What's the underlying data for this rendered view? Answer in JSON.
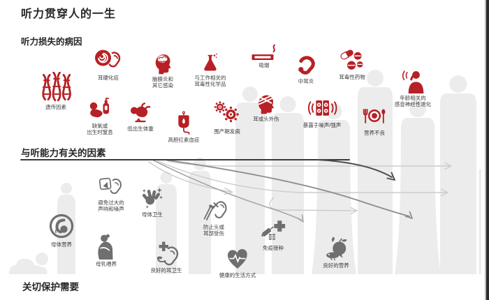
{
  "window": {
    "title": "听力贯穿人的一生"
  },
  "colors": {
    "cause_icon": "#b72025",
    "factor_icon": "#6f6f6f",
    "silhouette": "#ececec",
    "label_text": "#3c3c3c",
    "heading_text": "#262626",
    "divider": "#3a3a3a",
    "edge_bar": "#2b2b2b"
  },
  "sections": {
    "causes": {
      "heading": "听力损失的病因",
      "items": [
        {
          "id": "genetic",
          "icon": "dna-icon",
          "lines": [
            "遗传因素"
          ]
        },
        {
          "id": "otosclerosis",
          "icon": "ear-cochlea-icon",
          "lines": [
            "耳硬化症"
          ]
        },
        {
          "id": "meningitis",
          "icon": "head-brain-icon",
          "lines": [
            "脑膜炎和",
            "其它感染"
          ]
        },
        {
          "id": "chemicals",
          "icon": "flask-icon",
          "lines": [
            "与工作相关的",
            "耳毒性化学品"
          ]
        },
        {
          "id": "smoking",
          "icon": "cigarette-icon",
          "lines": [
            "吸烟"
          ]
        },
        {
          "id": "otitis-media",
          "icon": "ear-icon",
          "lines": [
            "中耳炎"
          ]
        },
        {
          "id": "ototoxic-drugs",
          "icon": "pills-icon",
          "lines": [
            "耳毒性药物"
          ]
        },
        {
          "id": "age-related",
          "icon": "person-cupping-ear-icon",
          "lines": [
            "年龄相关的",
            "感音神经性退化"
          ]
        },
        {
          "id": "birth-asphyxia",
          "icon": "baby-oxygen-icon",
          "lines": [
            "缺氧或",
            "出生时窒息"
          ]
        },
        {
          "id": "low-birth-weight",
          "icon": "baby-scale-icon",
          "lines": [
            "低出生体重"
          ]
        },
        {
          "id": "hyperbilirubinemia",
          "icon": "iv-bag-icon",
          "lines": [
            "高胆红素血症"
          ]
        },
        {
          "id": "perinatal",
          "icon": "virus-icon",
          "lines": [
            "围产期发病"
          ]
        },
        {
          "id": "head-trauma",
          "icon": "bandaged-head-icon",
          "lines": [
            "耳或头外伤"
          ]
        },
        {
          "id": "noise-exposure",
          "icon": "loudspeakers-icon",
          "lines": [
            "暴露于噪声/强声"
          ]
        },
        {
          "id": "malnutrition",
          "icon": "meal-plate-icon",
          "lines": [
            "营养不良"
          ]
        }
      ]
    },
    "factors": {
      "heading": "与听能力有关的因素",
      "items": [
        {
          "id": "avoid-loud-noise",
          "icon": "megaphone-ear-icon",
          "lines": [
            "避免过大的",
            "声响和噪声"
          ]
        },
        {
          "id": "maternal-hygiene",
          "icon": "hand-sparkles-icon",
          "lines": [
            "母体卫生"
          ]
        },
        {
          "id": "maternal-nutrition",
          "icon": "fetus-icon",
          "lines": [
            "母体营养"
          ]
        },
        {
          "id": "breastfeeding",
          "icon": "breastfeeding-icon",
          "lines": [
            "母乳喂养"
          ]
        },
        {
          "id": "ear-hygiene",
          "icon": "ear-plus-icon",
          "lines": [
            "良好的耳卫生"
          ]
        },
        {
          "id": "prevent-injury",
          "icon": "ear-no-swab-icon",
          "lines": [
            "防止头或",
            "耳部受伤"
          ]
        },
        {
          "id": "healthy-lifestyle",
          "icon": "heart-pulse-icon",
          "lines": [
            "健康的生活方式"
          ]
        },
        {
          "id": "immunization",
          "icon": "syringe-cross-icon",
          "lines": [
            "免疫接种"
          ]
        },
        {
          "id": "good-nutrition",
          "icon": "apple-fish-icon",
          "lines": [
            "良好的营养"
          ]
        }
      ]
    },
    "care": {
      "heading": "关切保护需要"
    }
  }
}
